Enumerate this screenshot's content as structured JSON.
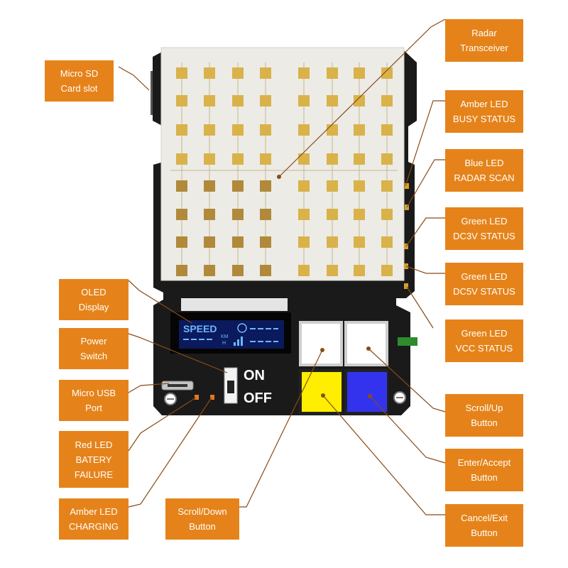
{
  "colors": {
    "callout_bg": "#e5831a",
    "callout_text": "#ffffff",
    "leader_line": "#8a4b16",
    "board": "#1a1a1a",
    "antenna_panel": "#ecebe6",
    "antenna_pad": "#d9b24a",
    "oled_bg": "#0a1a5c",
    "oled_text": "#6fb6ff",
    "button_yellow": "#ffee00",
    "button_blue": "#3333ee",
    "button_white": "#ffffff"
  },
  "board": {
    "switch_on_label": "ON",
    "switch_off_label": "OFF",
    "oled": {
      "speed_text": "SPEED",
      "unit_km": "KM",
      "unit_h": "H"
    }
  },
  "callouts": {
    "micro_sd": {
      "line1": "Micro SD",
      "line2": "Card slot"
    },
    "radar": {
      "line1": "Radar",
      "line2": "Transceiver"
    },
    "amber_busy": {
      "line1": "Amber LED",
      "line2": "BUSY STATUS"
    },
    "blue_radar": {
      "line1": "Blue LED",
      "line2": "RADAR SCAN"
    },
    "green_dc3v": {
      "line1": "Green LED",
      "line2": "DC3V STATUS"
    },
    "green_dc5v": {
      "line1": "Green LED",
      "line2": "DC5V STATUS"
    },
    "green_vcc": {
      "line1": "Green LED",
      "line2": "VCC STATUS"
    },
    "oled": {
      "line1": "OLED",
      "line2": "Display"
    },
    "power": {
      "line1": "Power",
      "line2": "Switch"
    },
    "micro_usb": {
      "line1": "Micro USB",
      "line2": "Port"
    },
    "red_led": {
      "line1": "Red LED",
      "line2": "BATERY",
      "line3": "FAILURE"
    },
    "amber_charging": {
      "line1": "Amber LED",
      "line2": "CHARGING"
    },
    "scroll_down": {
      "line1": "Scroll/Down",
      "line2": "Button"
    },
    "scroll_up": {
      "line1": "Scroll/Up",
      "line2": "Button"
    },
    "enter": {
      "line1": "Enter/Accept",
      "line2": "Button"
    },
    "cancel": {
      "line1": "Cancel/Exit",
      "line2": "Button"
    }
  }
}
